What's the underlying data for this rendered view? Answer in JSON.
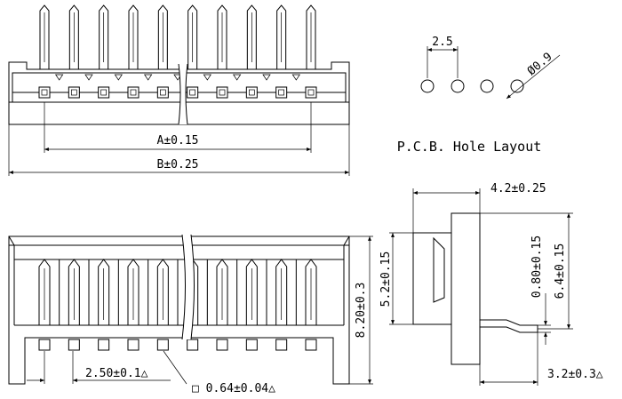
{
  "drawing": {
    "pin_count": 10,
    "top_view": {
      "dim_a": "A±0.15",
      "dim_b": "B±0.25"
    },
    "pcb": {
      "pitch": "2.5",
      "hole_diameter": "Ø0.9",
      "caption": "P.C.B. Hole Layout"
    },
    "front_view": {
      "pitch": "2.50±0.1△",
      "pin_size": "□ 0.64±0.04△",
      "height": "8.20±0.3"
    },
    "side_view": {
      "depth": "4.2±0.25",
      "left_height": "5.2±0.15",
      "pin_offset": "0.80±0.15",
      "right_height": "6.4±0.15",
      "pin_length": "3.2±0.3△"
    }
  }
}
